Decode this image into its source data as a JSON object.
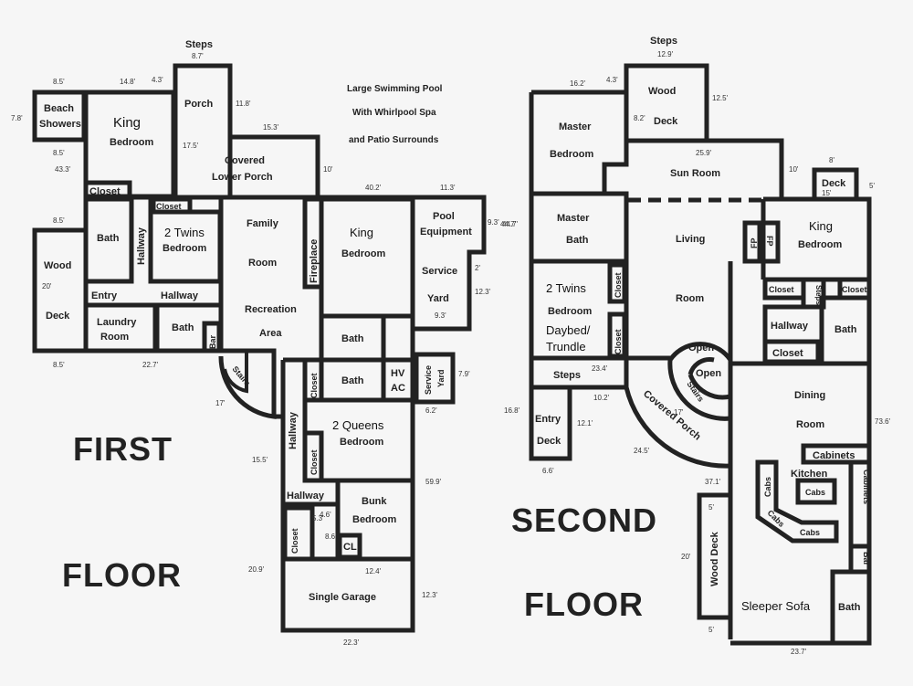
{
  "titles": {
    "first_a": "FIRST",
    "first_b": "FLOOR",
    "second_a": "SECOND",
    "second_b": "FLOOR"
  },
  "note": {
    "line1": "Large Swimming Pool",
    "line2": "With Whirlpool Spa",
    "line3": "and Patio Surrounds"
  },
  "first_floor": {
    "steps": "Steps",
    "beach_showers_1": "Beach",
    "beach_showers_2": "Showers",
    "king_bedroom_1": "King",
    "king_bedroom_2": "Bedroom",
    "porch": "Porch",
    "covered_lower_porch_1": "Covered",
    "covered_lower_porch_2": "Lower Porch",
    "closet_top": "Closet",
    "closet_twins": "Closet",
    "bath_left": "Bath",
    "hallway_vertical": "Hallway",
    "twins_bedroom_1": "2 Twins",
    "twins_bedroom_2": "Bedroom",
    "family_room_1": "Family",
    "family_room_2": "Room",
    "fireplace": "Fireplace",
    "king_bedroom2_1": "King",
    "king_bedroom2_2": "Bedroom",
    "pool_equipment_1": "Pool",
    "pool_equipment_2": "Equipment",
    "pool_equipment_3": "Service",
    "pool_equipment_4": "Yard",
    "wood_deck_1": "Wood",
    "wood_deck_2": "Deck",
    "entry": "Entry",
    "hallway_horizontal": "Hallway",
    "laundry_1": "Laundry",
    "laundry_2": "Room",
    "bath_mid": "Bath",
    "bar": "Bar",
    "recreation_1": "Recreation",
    "recreation_2": "Area",
    "bath_right_upper": "Bath",
    "bath_right_lower": "Bath",
    "closet_right": "Closet",
    "hvac_1": "HV",
    "hvac_2": "AC",
    "service_yard_1": "Service",
    "service_yard_2": "Yard",
    "stairs": "Stairs",
    "hallway_lower": "Hallway",
    "queens_1": "2 Queens",
    "queens_2": "Bedroom",
    "closet_queens": "Closet",
    "hallway_small": "Hallway",
    "bunk_1": "Bunk",
    "bunk_2": "Bedroom",
    "closet_bunk": "Closet",
    "cl": "CL",
    "garage": "Single Garage"
  },
  "first_dims": [
    "8.7'",
    "8.5'",
    "14.8'",
    "4.3'",
    "11.8'",
    "15.3'",
    "7.8'",
    "8.5'",
    "43.3'",
    "17.5'",
    "10'",
    "40.2'",
    "11.3'",
    "8.5'",
    "9.3'",
    "44.7'",
    "2'",
    "20'",
    "12.3'",
    "9.3'",
    "8.5'",
    "22.7'",
    "7.9'",
    "17'",
    "6.2'",
    "15.5'",
    "59.9'",
    "5.3'",
    "4.6'",
    "8.6'",
    "12.4'",
    "20.9'",
    "12.3'",
    "22.3'"
  ],
  "second_floor": {
    "steps": "Steps",
    "wood_deck_1": "Wood",
    "wood_deck_2": "Deck",
    "master_bedroom_1": "Master",
    "master_bedroom_2": "Bedroom",
    "sun_room": "Sun Room",
    "deck": "Deck",
    "master_bath_1": "Master",
    "master_bath_2": "Bath",
    "living": "Living",
    "room": "Room",
    "fp1": "FP",
    "fp2": "FP",
    "king_1": "King",
    "king_2": "Bedroom",
    "twins_1": "2 Twins",
    "twins_2": "Bedroom",
    "closet_twins": "Closet",
    "daybed_1": "Daybed/",
    "daybed_2": "Trundle",
    "closet_daybed": "Closet",
    "closet_a": "Closet",
    "steps_small": "Steps",
    "closet_b": "Closet",
    "hallway": "Hallway",
    "bath": "Bath",
    "closet_c": "Closet",
    "open_1": "Open",
    "open_2": "Open",
    "stairs": "Stairs",
    "steps_lower": "Steps",
    "entry_1": "Entry",
    "entry_2": "Deck",
    "covered_porch": "Covered Porch",
    "dining_1": "Dining",
    "dining_2": "Room",
    "cabinets_top": "Cabinets",
    "kitchen": "Kitchen",
    "cabs_island": "Cabs",
    "cabs_left": "Cabs",
    "cabs_diag": "Cabs",
    "cabs_bottom": "Cabs",
    "cabinets_right": "Cabinets",
    "bar": "Bar",
    "wood_deck_lower": "Wood Deck",
    "sleeper_sofa": "Sleeper Sofa",
    "bath_lower": "Bath"
  },
  "second_dims": [
    "12.9'",
    "16.2'",
    "4.3'",
    "12.5'",
    "8.2'",
    "25.9'",
    "8'",
    "10'",
    "15'",
    "5'",
    "44.7'",
    "23.4'",
    "10.2'",
    "16.8'",
    "12.1'",
    "17'",
    "24.5'",
    "6.6'",
    "37.1'",
    "5'",
    "20'",
    "5'",
    "73.6'",
    "23.7'"
  ]
}
